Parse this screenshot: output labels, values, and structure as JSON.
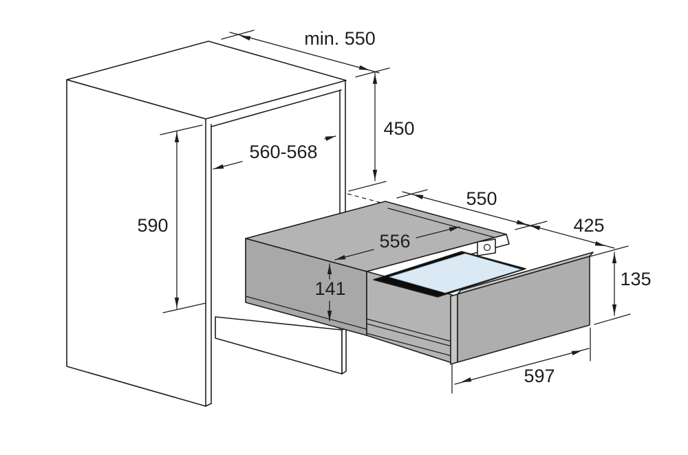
{
  "dimensions": {
    "cabinet_top_depth_min": "min. 550",
    "niche_height_from_top": "450",
    "niche_width_range": "560-568",
    "side_opening_height": "590",
    "appliance_body_width": "556",
    "appliance_body_height": "141",
    "appliance_depth": "550",
    "pullout_extension": "425",
    "front_panel_height": "135",
    "front_panel_width": "597"
  },
  "colors": {
    "line": "#1d1d1b",
    "cabinet_fill": "#ffffff",
    "body_top_grey": "#b4b4b4",
    "body_side_grey": "#a8a8a8",
    "front_panel_grey": "#aeaeae",
    "panel_edge_grey": "#c6c6c6",
    "tray_rim_black": "#0d0d0d",
    "glass_blue": "#dbe9f4",
    "background": "#ffffff"
  }
}
